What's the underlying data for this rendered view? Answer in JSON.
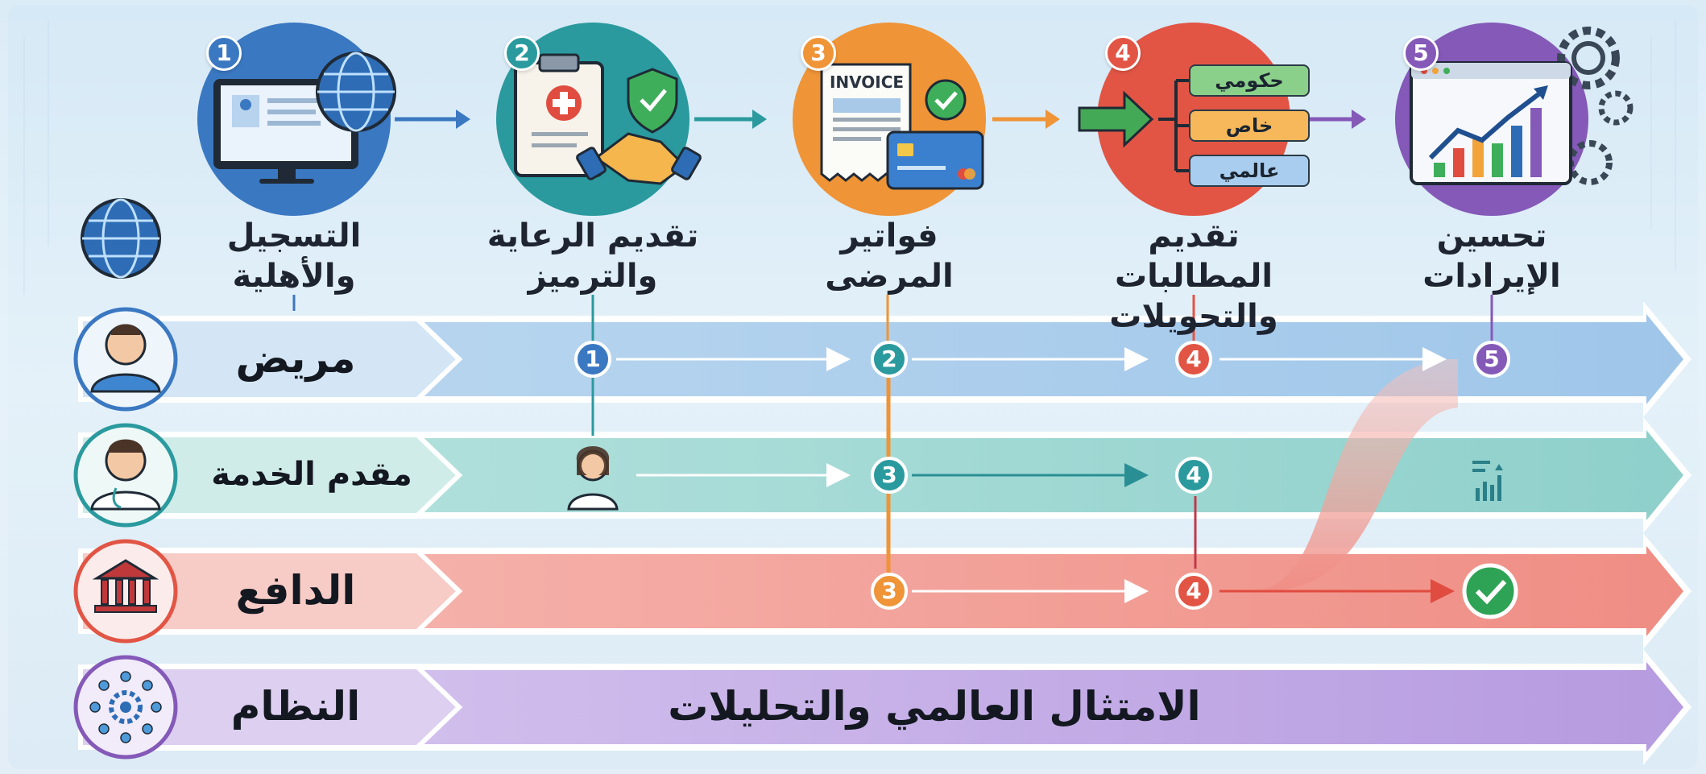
{
  "stages": [
    {
      "num": "1",
      "title_l1": "التسجيل",
      "title_l2": "والأهلية"
    },
    {
      "num": "2",
      "title_l1": "تقديم الرعاية",
      "title_l2": "والترميز"
    },
    {
      "num": "3",
      "title_l1": "فواتير",
      "title_l2": "المرضى"
    },
    {
      "num": "4",
      "title_l1": "تقديم المطالبات",
      "title_l2": "والتحويلات"
    },
    {
      "num": "5",
      "title_l1": "تحسين",
      "title_l2": "الإيرادات"
    }
  ],
  "invoice_label": "INVOICE",
  "claim_types": [
    "حكومي",
    "خاص",
    "عالمي"
  ],
  "lanes": [
    {
      "name": "مريض",
      "badges": [
        "1",
        "2",
        "4",
        "5"
      ]
    },
    {
      "name": "مقدم الخدمة",
      "badges": [
        "3",
        "4"
      ]
    },
    {
      "name": "الدافع",
      "badges": [
        "3",
        "4"
      ]
    },
    {
      "name": "النظام",
      "band_text": "الامتثال العالمي والتحليلات"
    }
  ],
  "colors": {
    "stage1": "#3a78c2",
    "stage2": "#2a9a9e",
    "stage3": "#ef9437",
    "stage4": "#e25545",
    "stage5": "#8459b8",
    "lane_patient": "#a9cdec",
    "lane_provider": "#a3dad6",
    "lane_payer": "#f3a39c",
    "lane_system": "#c7b2e6",
    "check_green": "#2fa355"
  }
}
